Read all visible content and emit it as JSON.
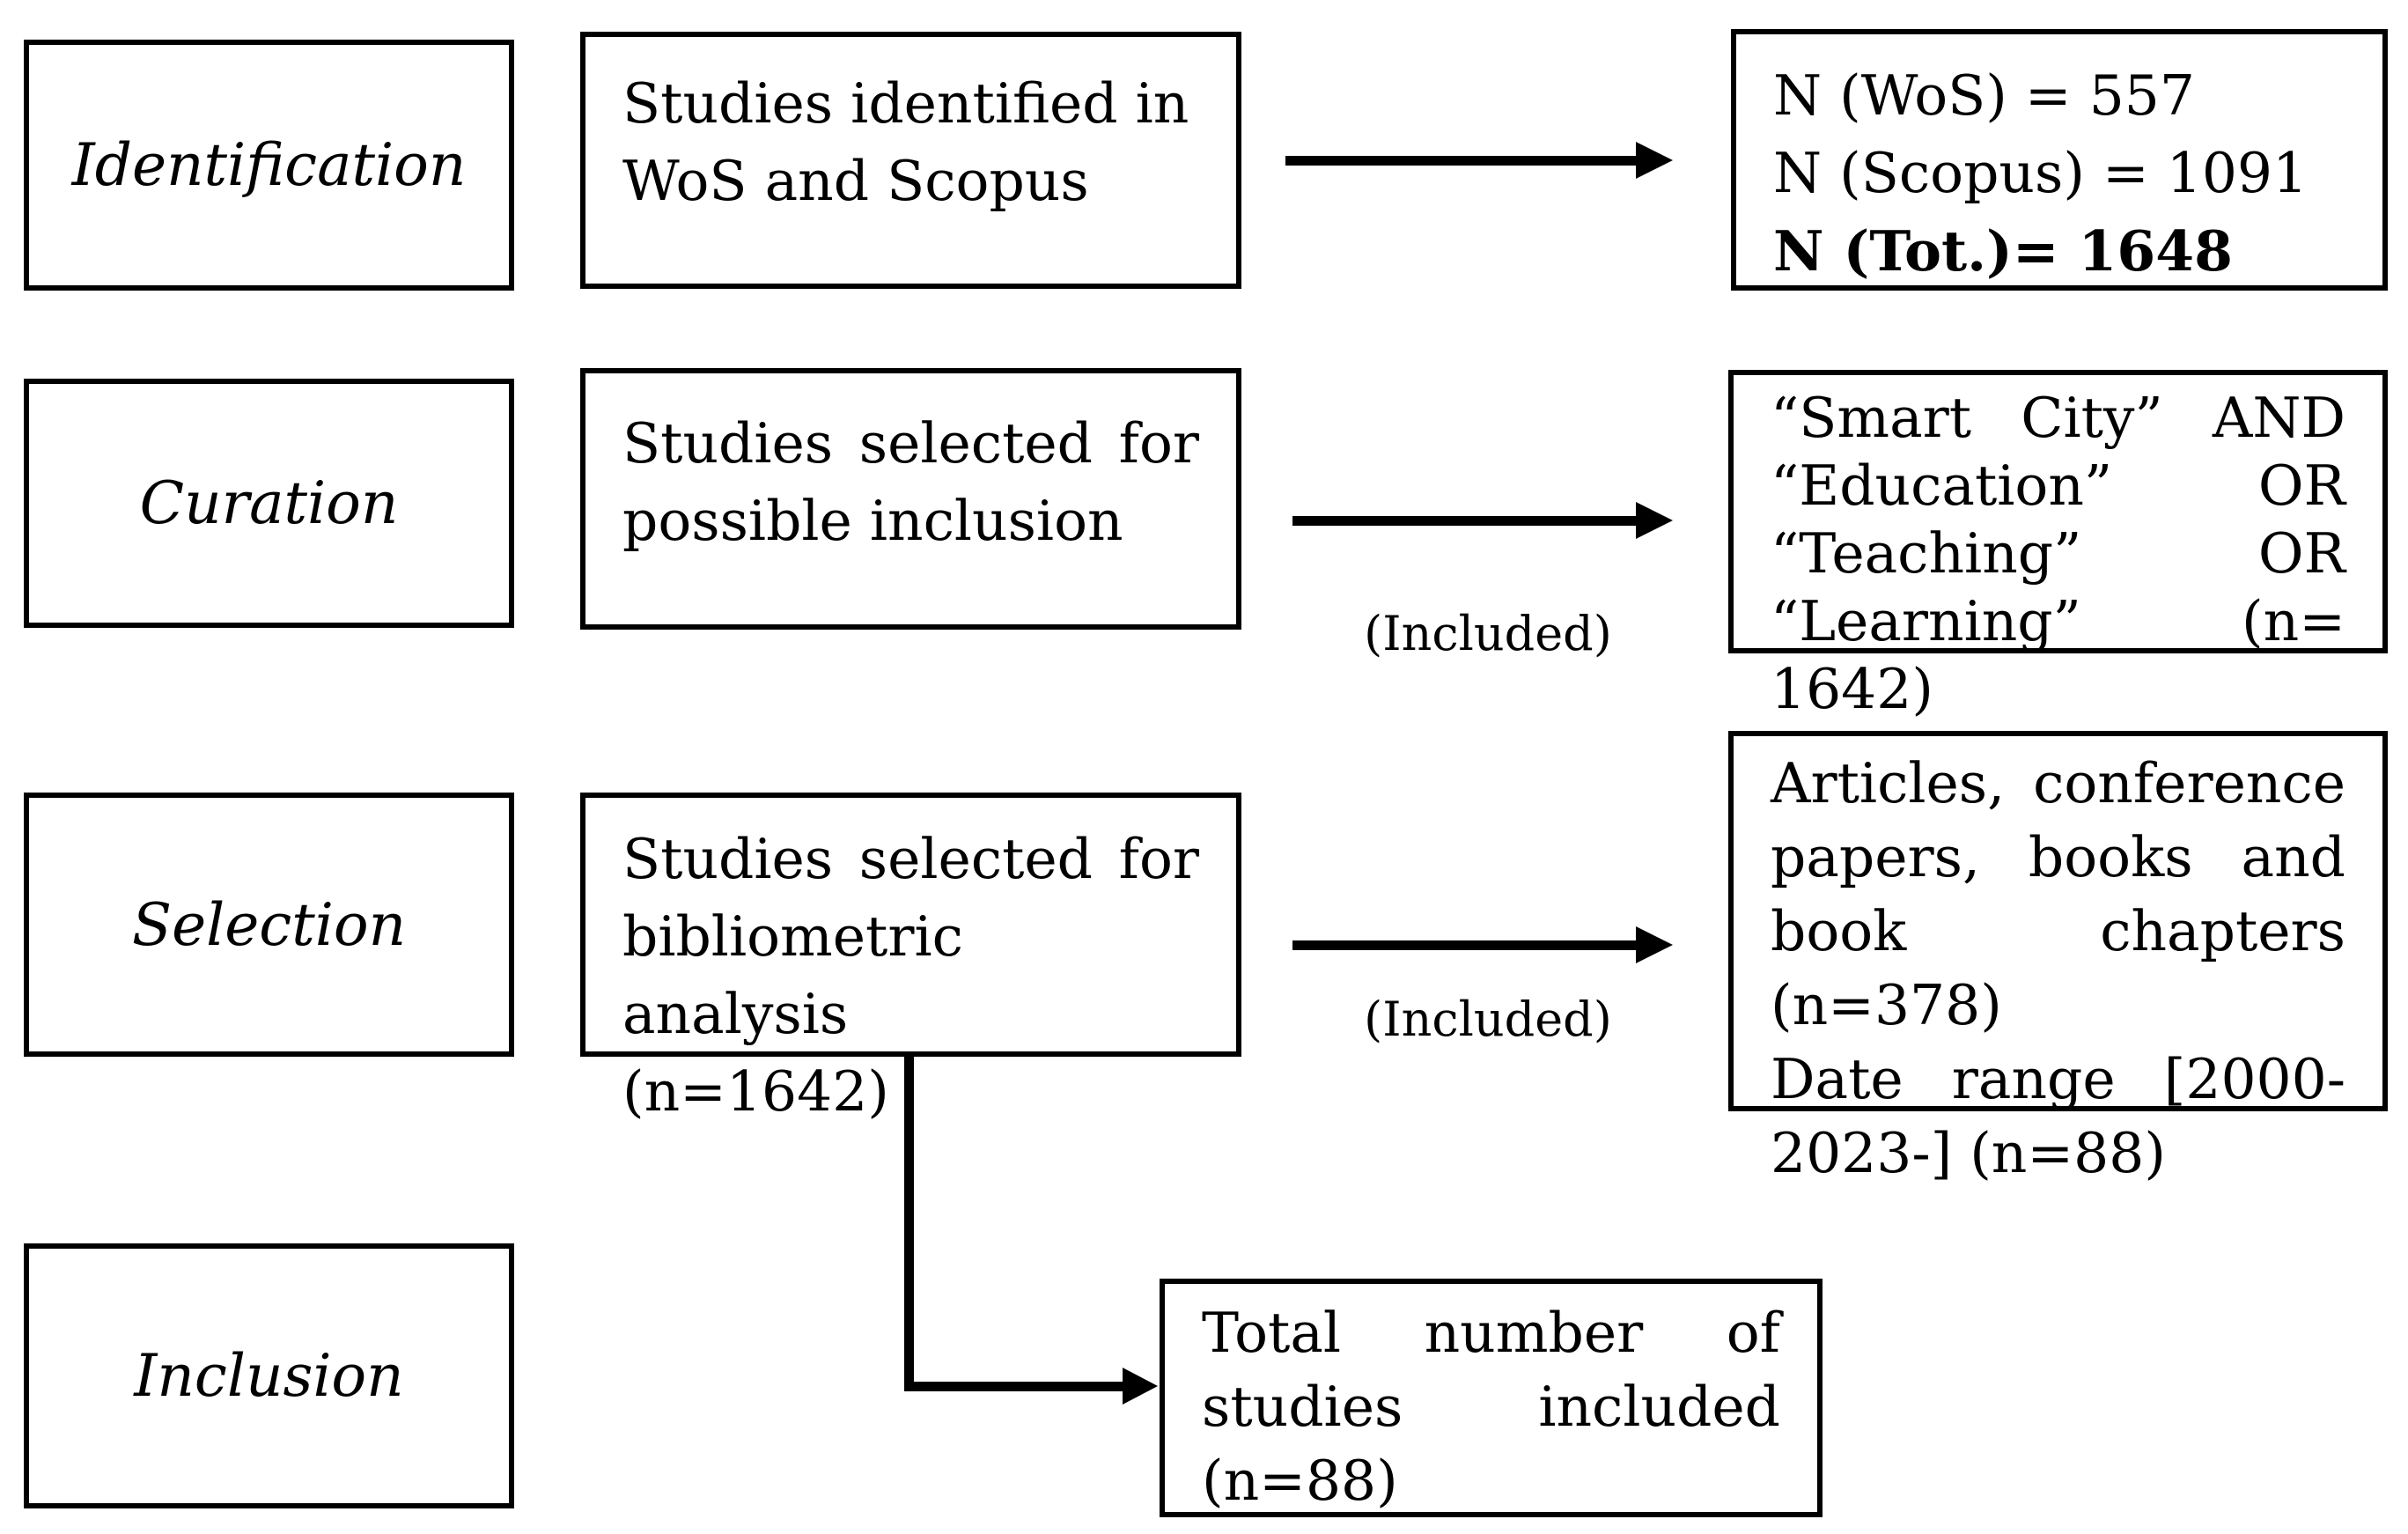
{
  "figure": {
    "type": "flow-diagram",
    "description_lines": "PRISMA-style study selection flow"
  },
  "stages": {
    "identification": "Identification",
    "curation": "Curation",
    "selection": "Selection",
    "inclusion": "Inclusion"
  },
  "boxes": {
    "identified": {
      "line1": "Studies identified in",
      "line2": "WoS and Scopus"
    },
    "counts": {
      "line1": "N (WoS) = 557",
      "line2": "N (Scopus) = 1091",
      "line3": "N (Tot.)= 1648"
    },
    "possible_inclusion": {
      "line1": "Studies selected for",
      "line2": "possible inclusion"
    },
    "query": {
      "line1": "“Smart City” AND",
      "line2": "“Education” OR",
      "line3": "“Teaching” OR",
      "line4": "“Learning” (n= 1642)"
    },
    "bibliometric": {
      "line1": "Studies selected for",
      "line2": "bibliometric analysis",
      "line3": "(n=1642)"
    },
    "doctypes": {
      "line1": "Articles, conference",
      "line2": "papers, books and",
      "line3": "book chapters (n=378)",
      "line4": "Date range [2000-",
      "line5": "2023-] (n=88)"
    },
    "total": {
      "line1": "Total number of",
      "line2": "studies included",
      "line3": "(n=88)"
    }
  },
  "labels": {
    "included_row2": "(Included)",
    "included_row3": "(Included)"
  },
  "colors": {
    "line": "#000000",
    "background": "#ffffff"
  }
}
